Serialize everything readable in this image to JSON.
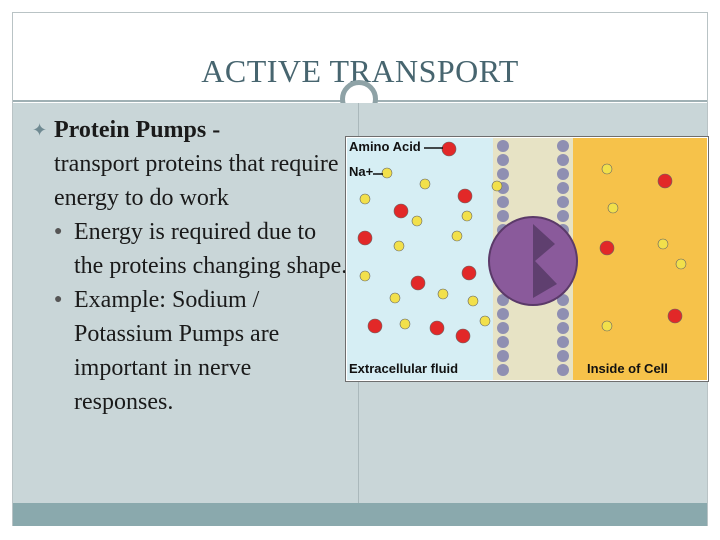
{
  "slide": {
    "title": "ACTIVE TRANSPORT",
    "bullet": {
      "heading": "Protein Pumps -",
      "text": "transport proteins that require energy to do work",
      "subpoints": [
        "Energy is required due to the proteins changing shape.",
        "Example: Sodium / Potassium Pumps are important in nerve responses."
      ]
    }
  },
  "figure": {
    "legend_amino_acid": "Amino Acid",
    "legend_sodium": "Na+",
    "label_extracellular": "Extracellular fluid",
    "label_inside": "Inside of Cell",
    "colors": {
      "extracellular": "#d6eef4",
      "inside": "#f6c24a",
      "membrane": "#8f8fb2",
      "protein": "#8a5a9b",
      "amino_acid": "#e22828",
      "sodium": "#f2e04b"
    }
  }
}
